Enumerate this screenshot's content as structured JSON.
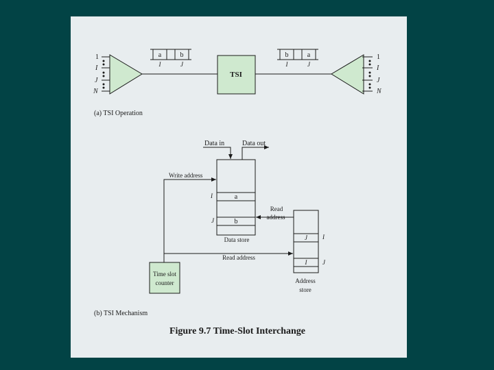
{
  "colors": {
    "background": "#024345",
    "panel": "#e8edef",
    "box_fill": "#cfe9cf",
    "line": "#1a1a1a"
  },
  "part_a": {
    "caption": "(a) TSI Operation",
    "input_lines": [
      "1",
      "I",
      "J",
      "N"
    ],
    "output_lines": [
      "1",
      "I",
      "J",
      "N"
    ],
    "in_frame_slots": [
      "a",
      "b"
    ],
    "in_frame_slot_labels": [
      "I",
      "J"
    ],
    "tsi_label": "TSI",
    "out_frame_slots": [
      "b",
      "a"
    ],
    "out_frame_slot_labels": [
      "I",
      "J"
    ]
  },
  "part_b": {
    "caption": "(b) TSI Mechanism",
    "data_in": "Data in",
    "data_out": "Data out",
    "write_address": "Write address",
    "data_store_rows": [
      {
        "index": "I",
        "value": "a"
      },
      {
        "index": "J",
        "value": "b"
      }
    ],
    "data_store_label": "Data store",
    "read_address_top": "Read",
    "read_address_bottom": "address",
    "address_store_rows": [
      {
        "value": "J",
        "index": "I"
      },
      {
        "value": "I",
        "index": "J"
      }
    ],
    "address_store_label_1": "Address",
    "address_store_label_2": "store",
    "read_address": "Read address",
    "counter_line1": "Time slot",
    "counter_line2": "counter"
  },
  "figure_title": "Figure 9.7  Time-Slot Interchange"
}
